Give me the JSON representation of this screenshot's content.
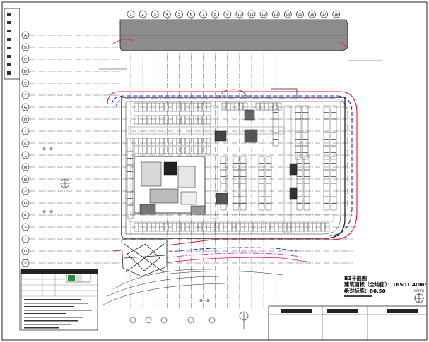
{
  "column_axes": [
    "1",
    "2",
    "3",
    "4",
    "5",
    "6",
    "7",
    "8",
    "9",
    "10",
    "11",
    "12",
    "13",
    "14",
    "15",
    "16",
    "17",
    "18"
  ],
  "row_axes": [
    "A",
    "B",
    "C",
    "D",
    "E",
    "F",
    "G",
    "H",
    "J",
    "K",
    "L",
    "M",
    "N",
    "P",
    "Q",
    "R",
    "S",
    "T",
    "U",
    "V"
  ],
  "plan_info": {
    "title": "B3平面图",
    "area": "建筑面积（全地面）：16501.40m²",
    "elevation": "绝对标高：80.50"
  },
  "north_label": "NORTH",
  "colors": {
    "line": "#222222",
    "red": "#e8103a",
    "blue": "#1c2bd6",
    "magenta": "#cc1fa8",
    "tone": "#8c8c8c"
  }
}
